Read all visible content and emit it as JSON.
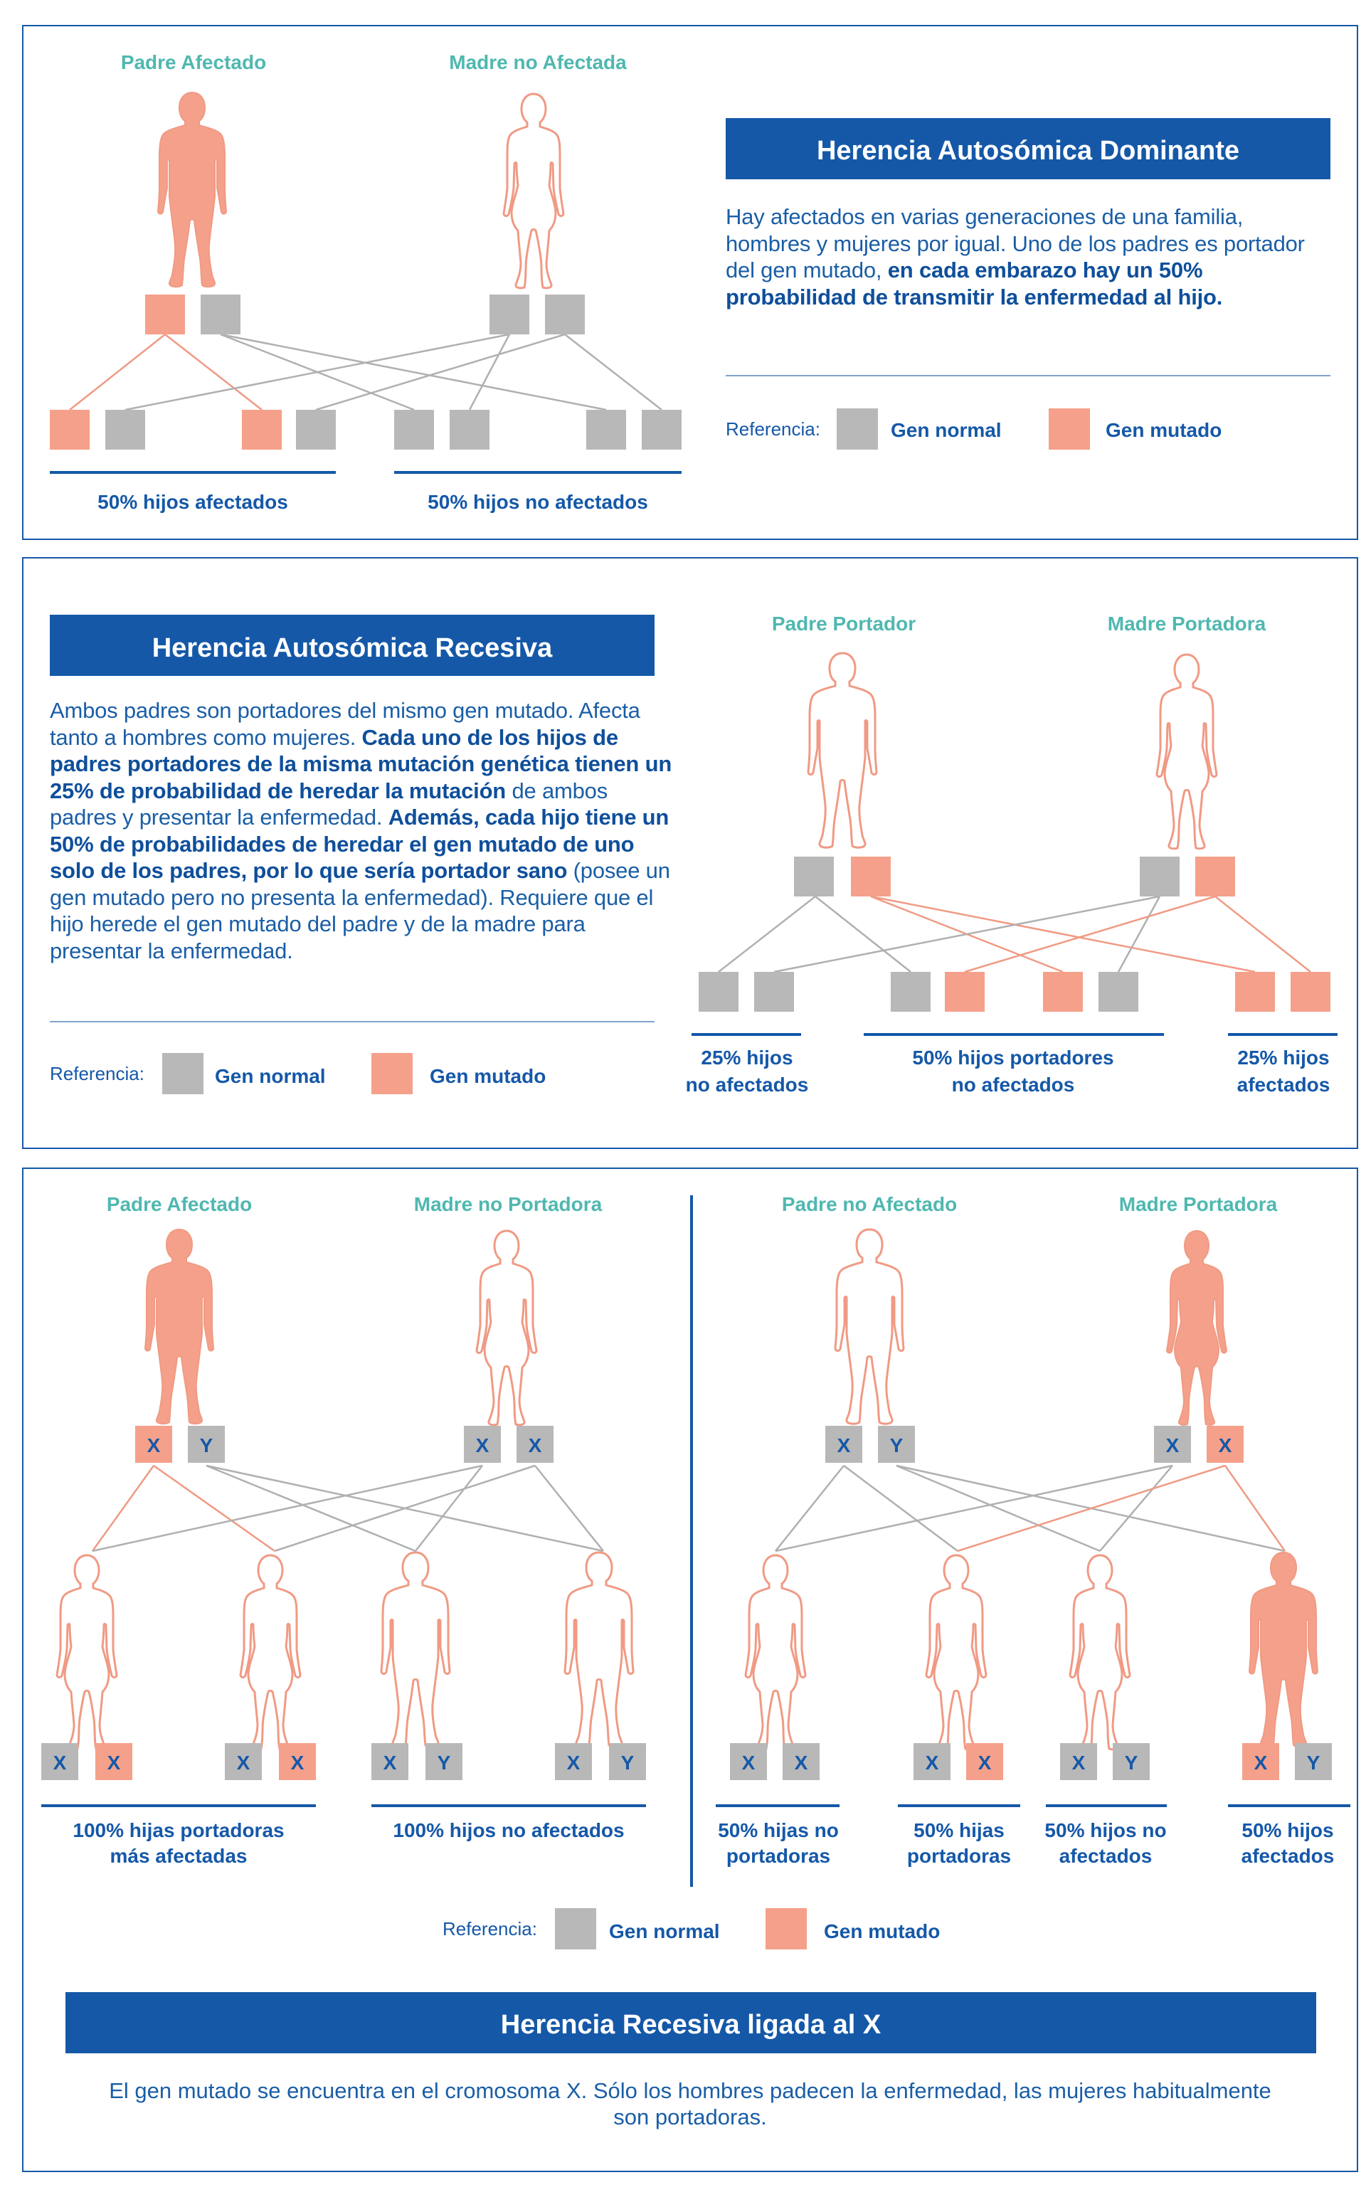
{
  "colors": {
    "blue": "#1558a8",
    "teal": "#4fb8b0",
    "mutated": "#f5a08a",
    "normal": "#b8b8b8",
    "line_gray": "#b0b0b0",
    "line_salmon": "#f09a84"
  },
  "legend": {
    "label": "Referencia:",
    "normal": "Gen normal",
    "mutated": "Gen mutado"
  },
  "dominant": {
    "title": "Herencia Autosómica Dominante",
    "father": "Padre Afectado",
    "mother": "Madre no Afectada",
    "desc_plain": "Hay afectados en varias generaciones de una familia, hombres y mujeres por igual. Uno de los padres es portador del gen mutado, ",
    "desc_bold": "en cada embarazo hay un 50% probabilidad de transmitir la enfermedad al hijo.",
    "group_left": "50% hijos afectados",
    "group_right": "50% hijos no afectados"
  },
  "recessive": {
    "title": "Herencia Autosómica Recesiva",
    "father": "Padre Portador",
    "mother": "Madre Portadora",
    "desc_1": "Ambos padres son portadores del mismo gen mutado. Afecta tanto a hombres como mujeres. ",
    "desc_2": "Cada uno de los hijos de padres portadores de la misma mutación genética tienen un 25% de probabilidad de heredar la mutación",
    "desc_3": " de ambos padres y presentar la enfermedad. ",
    "desc_4": "Además, cada hijo tiene un 50% de probabilidades de heredar el gen mutado de uno solo de los padres, por lo que sería portador sano",
    "desc_5": " (posee un gen mutado pero no presenta la enfermedad). Requiere que el hijo herede el gen mutado del padre y de la madre para presentar la enfermedad.",
    "group_1a": "25% hijos",
    "group_1b": "no afectados",
    "group_2a": "50% hijos portadores",
    "group_2b": "no afectados",
    "group_3a": "25% hijos",
    "group_3b": "afectados"
  },
  "xlinked": {
    "title": "Herencia Recesiva ligada al X",
    "left_father": "Padre Afectado",
    "left_mother": "Madre no Portadora",
    "right_father": "Padre no Afectado",
    "right_mother": "Madre Portadora",
    "chrom_x": "X",
    "chrom_y": "Y",
    "left_group_1a": "100% hijas portadoras",
    "left_group_1b": "más afectadas",
    "left_group_2": "100% hijos no afectados",
    "right_group_1a": "50% hijas no",
    "right_group_1b": "portadoras",
    "right_group_2a": "50% hijas",
    "right_group_2b": "portadoras",
    "right_group_3a": "50% hijos no",
    "right_group_3b": "afectados",
    "right_group_4a": "50% hijos",
    "right_group_4b": "afectados",
    "footer": "El gen mutado se encuentra en el cromosoma X. Sólo los hombres padecen la enfermedad, las mujeres habitualmente son portadoras."
  }
}
